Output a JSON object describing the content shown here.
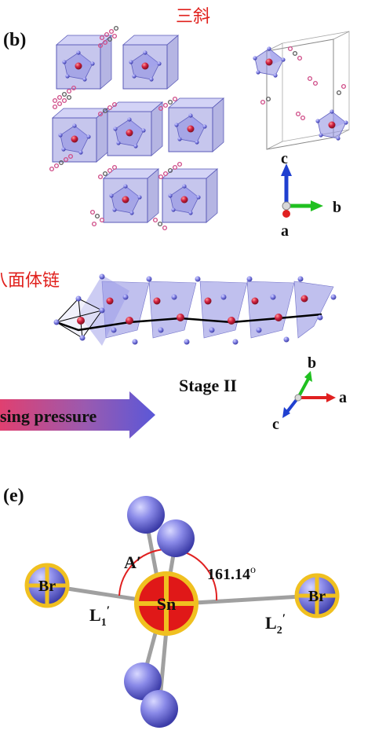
{
  "top_title": "三斜",
  "panel_b": {
    "label": "(b)"
  },
  "axes_b": {
    "c": "c",
    "b": "b",
    "a": "a"
  },
  "chain_label": "八面体链",
  "stage_label": "Stage II",
  "axes_stage": {
    "b": "b",
    "a": "a",
    "c": "c"
  },
  "pressure_arrow": {
    "text": "sing pressure"
  },
  "panel_e": {
    "label": "(e)",
    "atoms": {
      "br_left": "Br",
      "sn": "Sn",
      "br_right": "Br"
    },
    "angle_label": "A′",
    "angle_value": "161.14",
    "angle_unit": "o",
    "bond_left": {
      "main": "L",
      "sub": "1",
      "prime": "′"
    },
    "bond_right": {
      "main": "L",
      "sub": "2",
      "prime": "′"
    }
  },
  "colors": {
    "annotation_red": "#e0201c",
    "octahedron": "#8c8ce0",
    "br_atom": "#8484e8",
    "sn_atom": "#e01818",
    "ring_gold": "#f0c020",
    "axis_red": "#e02020",
    "axis_green": "#20c020",
    "axis_blue": "#2040d0"
  }
}
